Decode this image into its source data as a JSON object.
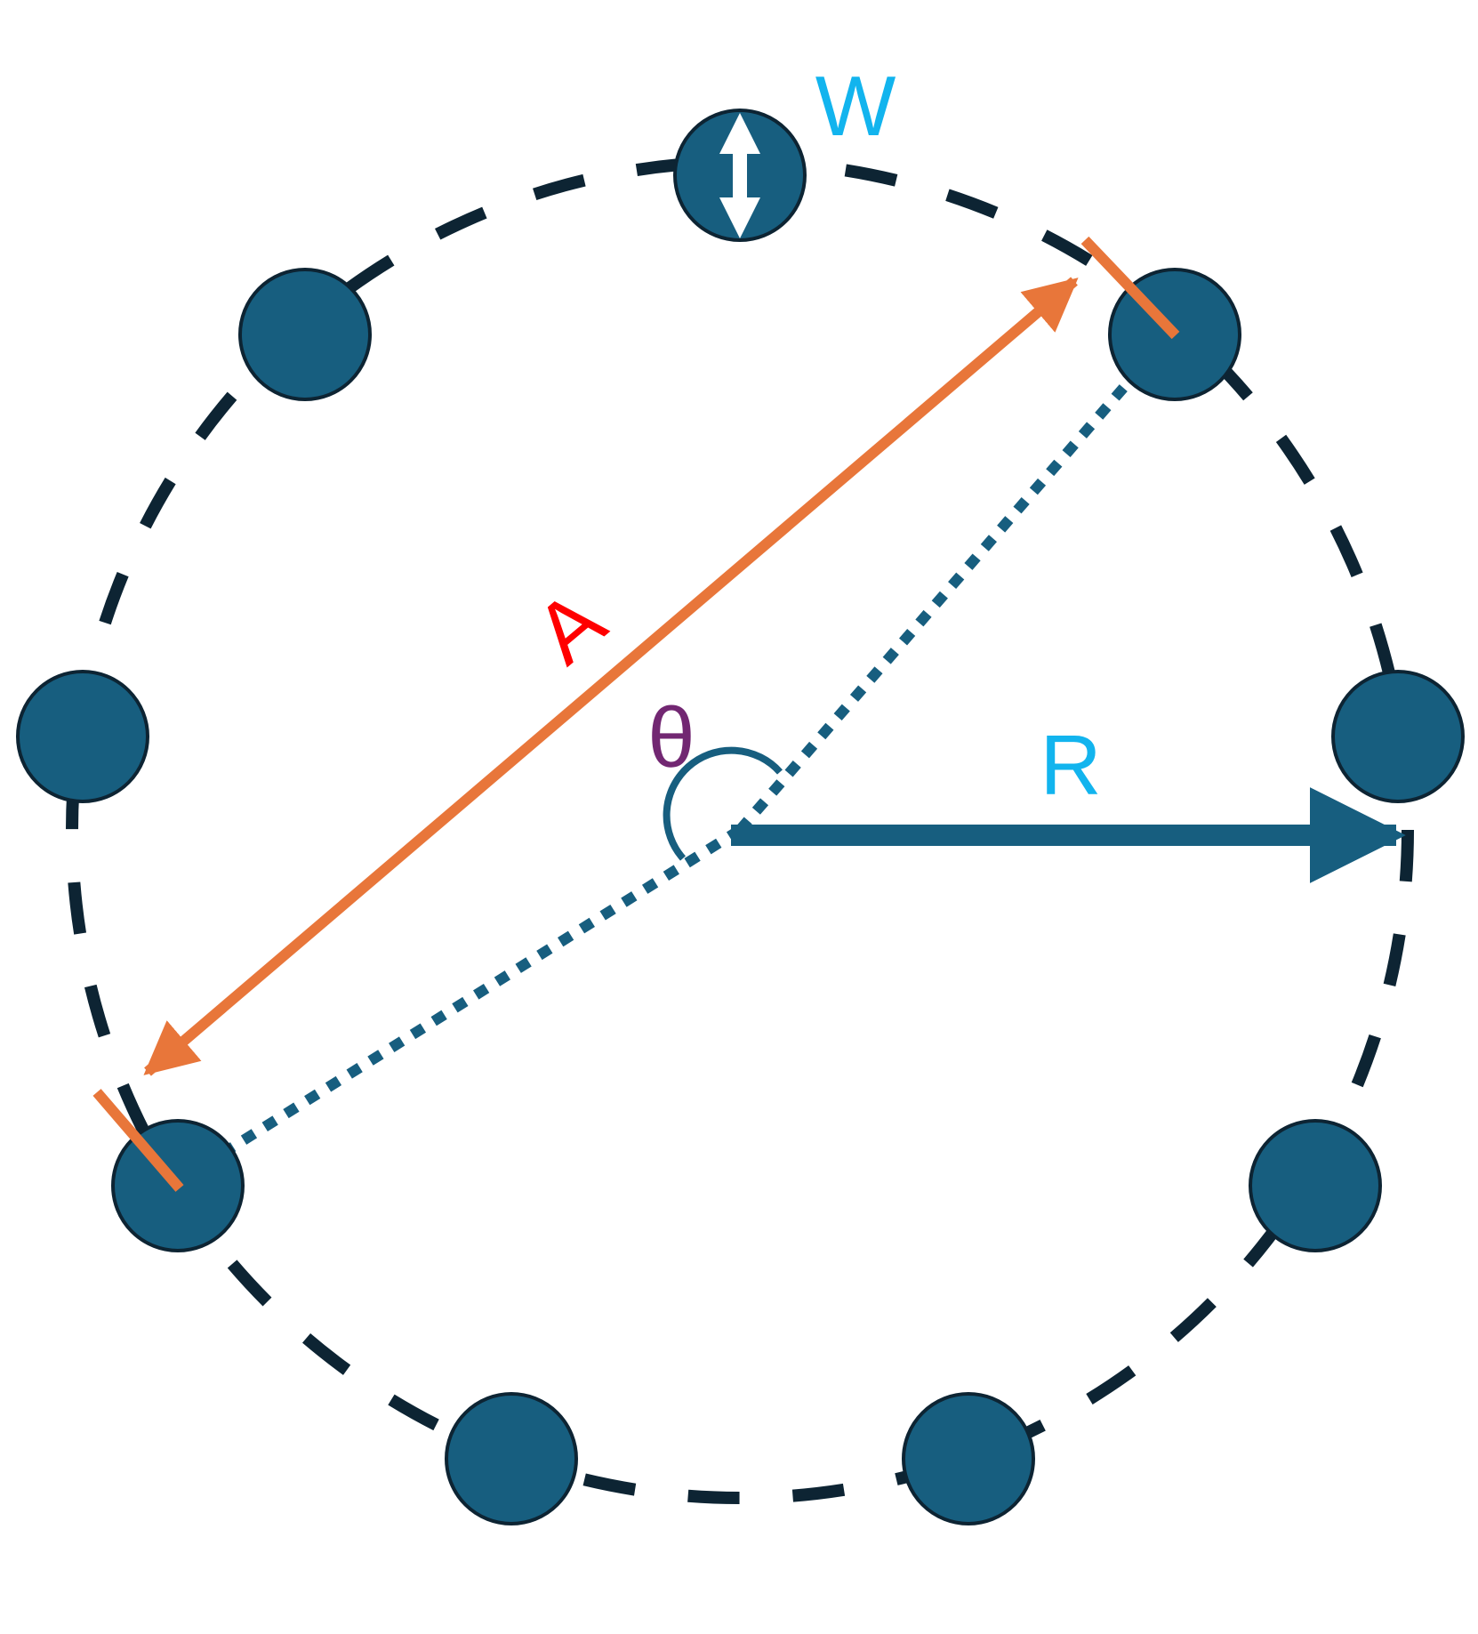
{
  "labels": {
    "width": "W",
    "amplitude": "A",
    "angle": "θ",
    "radius": "R"
  },
  "colors": {
    "target_fill": "#175e7f",
    "target_stroke": "#0d2433",
    "ring": "#0d2433",
    "amplitude": "#e8763a",
    "amplitude_label": "#ff0000",
    "width_label": "#12b4ee",
    "radius_label": "#12b4ee",
    "radius_arrow": "#175e7f",
    "angle_label": "#722772",
    "angle_arc": "#175e7f",
    "dotted": "#175e7f",
    "width_arrow": "#ffffff"
  }
}
